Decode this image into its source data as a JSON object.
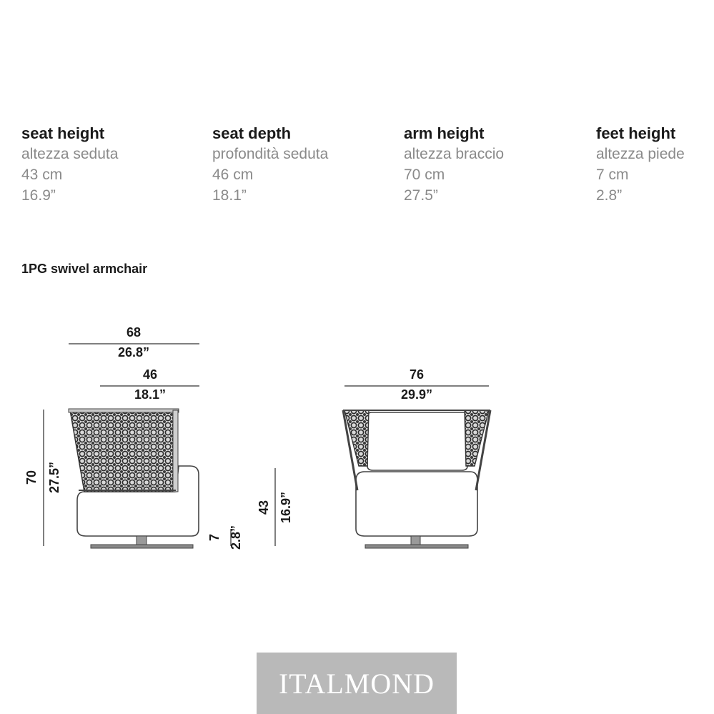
{
  "specs": [
    {
      "en": "seat height",
      "it": "altezza seduta",
      "cm": "43 cm",
      "in": "16.9”"
    },
    {
      "en": "seat depth",
      "it": "profondità seduta",
      "cm": "46 cm",
      "in": "18.1”"
    },
    {
      "en": "arm height",
      "it": "altezza braccio",
      "cm": "70 cm",
      "in": "27.5”"
    },
    {
      "en": "feet height",
      "it": "altezza piede",
      "cm": "7 cm",
      "in": "2.8”"
    }
  ],
  "product_title": "1PG swivel armchair",
  "side_view": {
    "total_depth_cm": "68",
    "total_depth_in": "26.8”",
    "seat_depth_cm": "46",
    "seat_depth_in": "18.1”",
    "height_cm": "70",
    "height_in": "27.5”",
    "feet_cm": "7",
    "feet_in": "2.8”"
  },
  "front_view": {
    "width_cm": "76",
    "width_in": "29.9”",
    "seat_height_cm": "43",
    "seat_height_in": "16.9”"
  },
  "logo": "ITALMOND",
  "colors": {
    "text": "#1a1a1a",
    "muted": "#8a8a8a",
    "logo_bg": "#b9b9b9"
  }
}
